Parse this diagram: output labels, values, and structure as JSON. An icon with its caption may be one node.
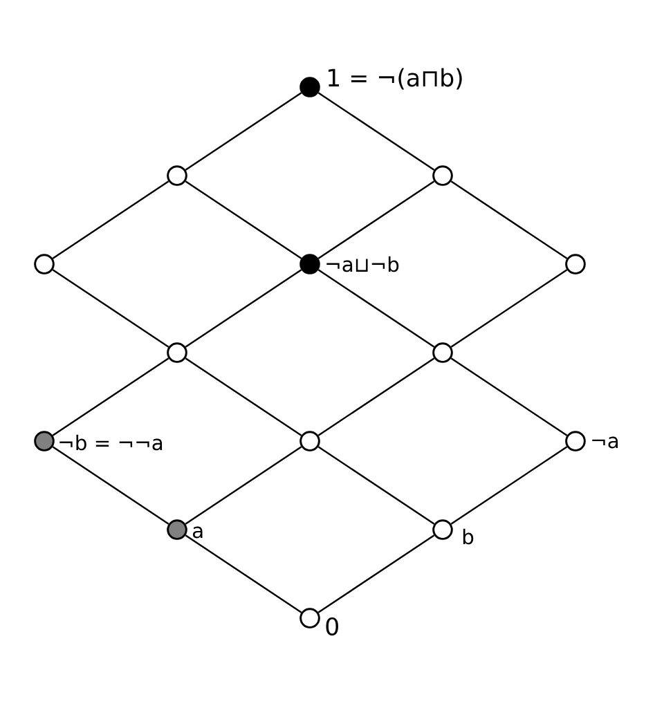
{
  "diagram": {
    "nodes": [
      {
        "text": [],
        "shape": "circle",
        "beside": [
          "1 = ¬(a⊓b)"
        ]
      },
      {
        "text": [],
        "shape": "circle"
      },
      {
        "text": [],
        "shape": "circle"
      },
      {
        "text": [],
        "shape": "circle"
      },
      {
        "text": [],
        "shape": "circle",
        "beside": [
          "¬a⊔¬b"
        ]
      },
      {
        "text": [],
        "shape": "circle"
      },
      {
        "text": [],
        "shape": "circle"
      },
      {
        "text": [],
        "shape": "circle"
      },
      {
        "text": [],
        "shape": "circle",
        "beside": [
          "¬b = ¬¬a"
        ]
      },
      {
        "text": [],
        "shape": "circle"
      },
      {
        "text": [],
        "shape": "circle",
        "beside": [
          "¬a"
        ]
      },
      {
        "text": [],
        "shape": "circle",
        "beside": [
          "a"
        ]
      },
      {
        "text": [],
        "shape": "circle",
        "beside": [
          "b"
        ]
      },
      {
        "text": [],
        "shape": "circle",
        "beside": [
          "0"
        ]
      }
    ],
    "edges": [
      {
        "from": 0,
        "to": 1,
        "arrow": "none"
      },
      {
        "from": 0,
        "to": 2,
        "arrow": "none"
      },
      {
        "from": 1,
        "to": 3,
        "arrow": "none"
      },
      {
        "from": 1,
        "to": 4,
        "arrow": "none"
      },
      {
        "from": 2,
        "to": 4,
        "arrow": "none"
      },
      {
        "from": 2,
        "to": 5,
        "arrow": "none"
      },
      {
        "from": 3,
        "to": 6,
        "arrow": "none"
      },
      {
        "from": 4,
        "to": 6,
        "arrow": "none"
      },
      {
        "from": 4,
        "to": 7,
        "arrow": "none"
      },
      {
        "from": 5,
        "to": 7,
        "arrow": "none"
      },
      {
        "from": 6,
        "to": 8,
        "arrow": "none"
      },
      {
        "from": 6,
        "to": 9,
        "arrow": "none"
      },
      {
        "from": 7,
        "to": 9,
        "arrow": "none"
      },
      {
        "from": 7,
        "to": 10,
        "arrow": "none"
      },
      {
        "from": 8,
        "to": 11,
        "arrow": "none"
      },
      {
        "from": 9,
        "to": 11,
        "arrow": "none"
      },
      {
        "from": 9,
        "to": 12,
        "arrow": "none"
      },
      {
        "from": 10,
        "to": 12,
        "arrow": "none"
      },
      {
        "from": 11,
        "to": 13,
        "arrow": "none"
      },
      {
        "from": 12,
        "to": 13,
        "arrow": "none"
      }
    ]
  }
}
